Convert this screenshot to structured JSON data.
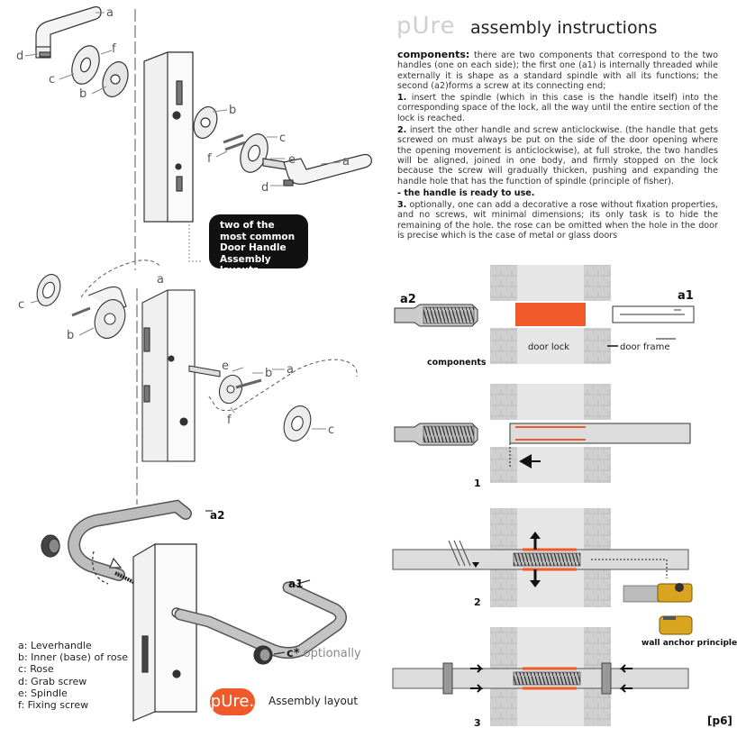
{
  "header": {
    "logo": "pUre",
    "title": "assembly instructions"
  },
  "instructions": {
    "components_label": "components:",
    "components_text": "there are two components that correspond to the two handles (one on each side); the first one (a1) is internally threaded while externally it is shape as a standard spindle with all its functions; the second (a2)forms a screw at its connecting end;",
    "step1_num": "1.",
    "step1_text": "insert the spindle (which in this case is the handle itself) into the corresponding space of the lock, all the way until the entire section of the lock is reached.",
    "step2_num": "2.",
    "step2_text": "insert the other handle and screw anticlockwise. (the handle that gets screwed on must always be put on the side of the door opening where the opening movement is anticlockwise), at full stroke, the two handles will be aligned, joined in one body, and firmly stopped on the lock because the screw will gradually thicken, pushing and expanding the handle hole that has the function of spindle (principle of fisher).",
    "ready_text": "- the handle is ready to use.",
    "step3_num": "3.",
    "step3_text": "optionally, one can add a decorative a rose without fixation properties, and no screws, wit minimal dimensions; its only task is to hide the remaining of the hole. the rose can be omitted when the hole in the door is precise which is the case of metal or glass doors"
  },
  "callout": "two of the most common Door Handle Assembly layouts",
  "legend": [
    "a: Leverhandle",
    "b: Inner (base) of rose",
    "c: Rose",
    "d: Grab screw",
    "e: Spindle",
    "f:  Fixing screw"
  ],
  "part_letters": {
    "a": "a",
    "b": "b",
    "c": "c",
    "d": "d",
    "e": "e",
    "f": "f"
  },
  "bottom_labels": {
    "a1": "a1",
    "a2": "a2",
    "c_star": "c*",
    "optionally": "optionally"
  },
  "badge": {
    "logo": "pUre.",
    "caption": "Assembly layout"
  },
  "diagram": {
    "a2": "a2",
    "a1": "a1",
    "door_lock": "door lock",
    "door_frame": "door frame",
    "components": "components",
    "step1": "1",
    "step2": "2",
    "step3": "3",
    "wall_anchor": "wall anchor principle"
  },
  "page_number": "[p6]",
  "colors": {
    "accent": "#f05a2a",
    "gold": "#d9a520",
    "frame": "#c8c8c8"
  }
}
